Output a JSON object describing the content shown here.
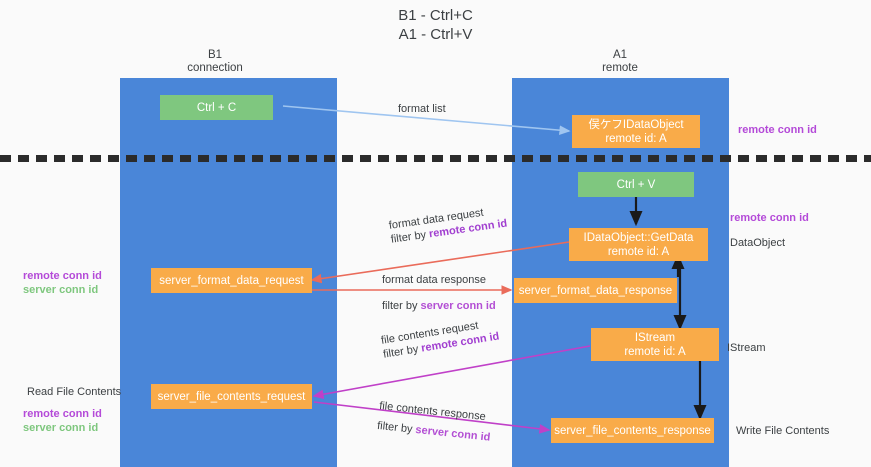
{
  "title": {
    "line1": "B1 - Ctrl+C",
    "line2": "A1 - Ctrl+V"
  },
  "colors": {
    "lane": "#4a86d8",
    "node_green": "#7fc77f",
    "node_orange": "#f9ab49",
    "remote_conn_id": "#b44ad8",
    "server_conn_id": "#7ec77e",
    "arrow_blue": "#9fc5f0",
    "arrow_red": "#ea6b5a",
    "arrow_magenta": "#c040c8",
    "arrow_black": "#1a1a1a",
    "background": "#fafafa",
    "dashed_line": "#2b2b2b"
  },
  "lanes": [
    {
      "id": "b1",
      "header_line1": "B1",
      "header_line2": "connection"
    },
    {
      "id": "a1",
      "header_line1": "A1",
      "header_line2": "remote"
    }
  ],
  "nodes": [
    {
      "id": "ctrl-c",
      "label": "Ctrl + C",
      "sub": "",
      "style": "green"
    },
    {
      "id": "idataobject",
      "label": "俣ケフIDataObject",
      "sub": "remote id: A",
      "style": "orange"
    },
    {
      "id": "ctrl-v",
      "label": "Ctrl + V",
      "sub": "",
      "style": "green"
    },
    {
      "id": "idataobject-getdata",
      "label": "IDataObject::GetData",
      "sub": "remote id: A",
      "style": "orange"
    },
    {
      "id": "server-format-data-request",
      "label": "server_format_data_request",
      "sub": "",
      "style": "orange"
    },
    {
      "id": "server-format-data-response",
      "label": "server_format_data_response",
      "sub": "",
      "style": "orange"
    },
    {
      "id": "istream",
      "label": "IStream",
      "sub": "remote id: A",
      "style": "orange"
    },
    {
      "id": "server-file-contents-request",
      "label": "server_file_contents_request",
      "sub": "",
      "style": "orange"
    },
    {
      "id": "server-file-contents-response",
      "label": "server_file_contents_response",
      "sub": "",
      "style": "orange"
    }
  ],
  "edge_labels": [
    {
      "id": "format-list",
      "line1": "format list",
      "line2_prefix": "",
      "line2_highlight": "",
      "highlight_kind": ""
    },
    {
      "id": "format-data-request",
      "line1": "format data request",
      "line2_prefix": "filter by ",
      "line2_highlight": "remote conn id",
      "highlight_kind": "remote"
    },
    {
      "id": "format-data-response",
      "line1": "format data response",
      "line2_prefix": "filter by ",
      "line2_highlight": "server conn id",
      "highlight_kind": "server"
    },
    {
      "id": "file-contents-request",
      "line1": "file contents request",
      "line2_prefix": "filter by ",
      "line2_highlight": "remote conn id",
      "highlight_kind": "remote"
    },
    {
      "id": "file-contents-response",
      "line1": "file contents response",
      "line2_prefix": "filter by ",
      "line2_highlight": "server conn id",
      "highlight_kind": "server"
    }
  ],
  "side_notes": {
    "right": [
      {
        "id": "right-remote-top",
        "text": "remote conn id",
        "kind": "remote"
      },
      {
        "id": "right-remote-mid",
        "text": "remote conn id",
        "kind": "remote"
      },
      {
        "id": "right-dataobject",
        "text": "DataObject",
        "kind": "plain"
      },
      {
        "id": "right-istream",
        "text": "IStream",
        "kind": "plain"
      },
      {
        "id": "right-write-file",
        "text": "Write File Contents",
        "kind": "plain"
      }
    ],
    "left": [
      {
        "id": "left-remote-mid",
        "text": "remote conn id",
        "kind": "remote"
      },
      {
        "id": "left-server-mid",
        "text": "server conn id",
        "kind": "server"
      },
      {
        "id": "left-read-file",
        "text": "Read File Contents",
        "kind": "plain"
      },
      {
        "id": "left-remote-bottom",
        "text": "remote conn id",
        "kind": "remote"
      },
      {
        "id": "left-server-bottom",
        "text": "server conn id",
        "kind": "server"
      }
    ]
  }
}
